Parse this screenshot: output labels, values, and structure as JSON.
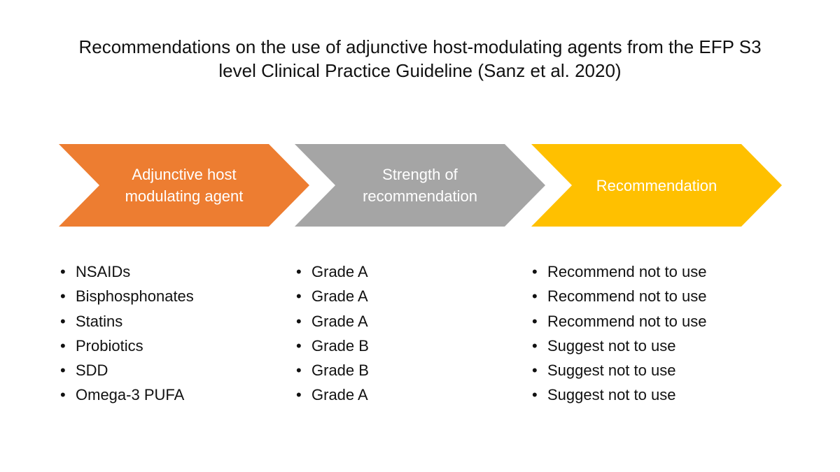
{
  "title": {
    "line1": "Recommendations on the use of adjunctive host-modulating agents from the EFP S3",
    "line2": "level Clinical Practice Guideline (Sanz et al. 2020)"
  },
  "colors": {
    "arrow_1": "#ED7D31",
    "arrow_2": "#A5A5A5",
    "arrow_3": "#FFC000",
    "arrow_text": "#FFFFFF"
  },
  "columns": [
    {
      "header_line1": "Adjunctive host",
      "header_line2": "modulating agent",
      "items": [
        "NSAIDs",
        "Bisphosphonates",
        "Statins",
        "Probiotics",
        "SDD",
        "Omega-3 PUFA"
      ]
    },
    {
      "header_line1": "Strength of",
      "header_line2": "recommendation",
      "items": [
        "Grade A",
        "Grade A",
        "Grade A",
        "Grade B",
        "Grade B",
        "Grade A"
      ]
    },
    {
      "header_line1": "Recommendation",
      "header_line2": "",
      "items": [
        "Recommend not to use",
        "Recommend not to use",
        "Recommend not to use",
        "Suggest not to use",
        "Suggest not to use",
        "Suggest not to use"
      ]
    }
  ],
  "bullet_glyph": "•"
}
